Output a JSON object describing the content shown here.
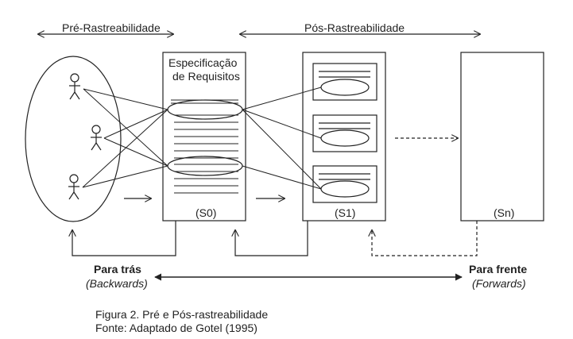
{
  "labels": {
    "pre": "Pré-Rastreabilidade",
    "pos": "Pós-Rastreabilidade",
    "spec_line1": "Especificação",
    "spec_line2": "de Requisitos",
    "s0": "(S0)",
    "s1": "(S1)",
    "sn": "(Sn)",
    "backward": "Para trás",
    "backward_en": "(Backwards)",
    "forward": "Para frente",
    "forward_en": "(Forwards)"
  },
  "caption": {
    "line1": "Figura 2. Pré e Pós-rastreabilidade",
    "line2": "Fonte: Adaptado de Gotel (1995)"
  },
  "actors": [
    "actor-1",
    "actor-2",
    "actor-3"
  ],
  "colors": {
    "stroke": "#222222",
    "background": "#ffffff"
  }
}
